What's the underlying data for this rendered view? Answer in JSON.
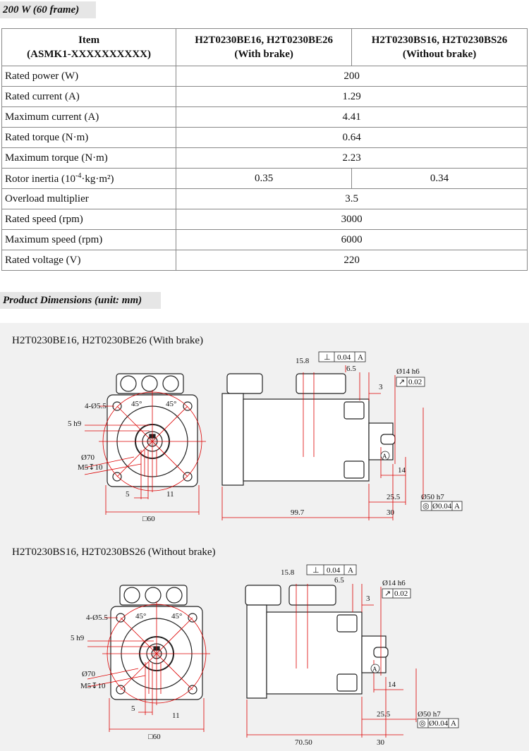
{
  "section1": {
    "title": "200 W (60 frame)"
  },
  "table": {
    "header": {
      "item_line1": "Item",
      "item_line2": "(ASMK1-XXXXXXXXXX)",
      "col1_line1": "H2T0230BE16, H2T0230BE26",
      "col1_line2": "(With brake)",
      "col2_line1": "H2T0230BS16, H2T0230BS26",
      "col2_line2": "(Without brake)"
    },
    "rows": [
      {
        "label": "Rated power (W)",
        "value": "200"
      },
      {
        "label": "Rated current (A)",
        "value": "1.29"
      },
      {
        "label": "Maximum current (A)",
        "value": "4.41"
      },
      {
        "label": "Rated torque (N·m)",
        "value": "0.64"
      },
      {
        "label": "Maximum torque (N·m)",
        "value": "2.23"
      },
      {
        "label": "Rotor inertia (10",
        "sup": "-4",
        "label_tail": "·kg·m²)",
        "value1": "0.35",
        "value2": "0.34"
      },
      {
        "label": "Overload multiplier",
        "value": "3.5"
      },
      {
        "label": "Rated speed (rpm)",
        "value": "3000"
      },
      {
        "label": "Maximum speed (rpm)",
        "value": "6000"
      },
      {
        "label": "Rated voltage (V)",
        "value": "220"
      }
    ]
  },
  "section2": {
    "title": "Product Dimensions (unit: mm)"
  },
  "drawings": {
    "brake": {
      "title": "H2T0230BE16, H2T0230BE26 (With brake)",
      "dims": {
        "holes": "4-Ø5.5",
        "angle1": "45°",
        "angle2": "45°",
        "key": "5  h9",
        "pcd": "Ø70",
        "thread": "M5↧10",
        "d5": "5",
        "d11": "11",
        "square": "□60",
        "flange_ref": "15.8",
        "tol_perp": "⊥",
        "tol_val": "0.04",
        "tol_datum": "A",
        "d65": "6.5",
        "d3": "3",
        "shaft": "Ø14 h6",
        "runout": "↗",
        "runout_val": "0.02",
        "datum_a": "A",
        "d14": "14",
        "d255": "25.5",
        "spigot": "Ø50 h7",
        "conc": "◎",
        "conc_val": "Ø0.04",
        "conc_datum": "A",
        "length": "99.7",
        "d30": "30"
      }
    },
    "nobrake": {
      "title": "H2T0230BS16, H2T0230BS26 (Without brake)",
      "dims": {
        "holes": "4-Ø5.5",
        "angle1": "45°",
        "angle2": "45°",
        "key": "5  h9",
        "pcd": "Ø70",
        "thread": "M5↧10",
        "d5": "5",
        "d11": "11",
        "square": "□60",
        "flange_ref": "15.8",
        "tol_perp": "⊥",
        "tol_val": "0.04",
        "tol_datum": "A",
        "d65": "6.5",
        "d3": "3",
        "shaft": "Ø14 h6",
        "runout": "↗",
        "runout_val": "0.02",
        "datum_a": "A",
        "d14": "14",
        "d255": "25.5",
        "spigot": "Ø50 h7",
        "conc": "◎",
        "conc_val": "Ø0.04",
        "conc_datum": "A",
        "length": "70.50",
        "d30": "30"
      }
    }
  }
}
